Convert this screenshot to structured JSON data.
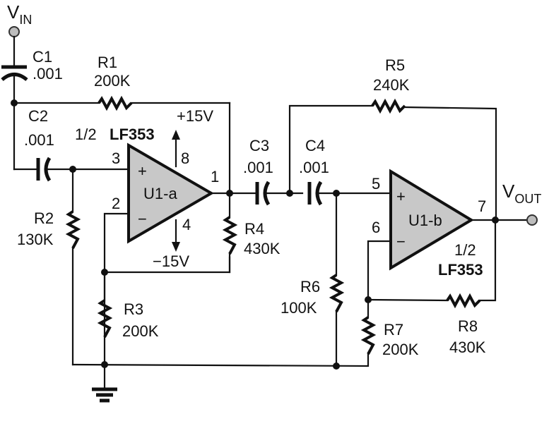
{
  "title": "Two-stage op-amp filter schematic (LF353)",
  "input": {
    "label": "V",
    "sub": "IN"
  },
  "output": {
    "label": "V",
    "sub": "OUT"
  },
  "components": {
    "C1": {
      "ref": "C1",
      "value": ".001"
    },
    "C2": {
      "ref": "C2",
      "value": ".001"
    },
    "C3": {
      "ref": "C3",
      "value": ".001"
    },
    "C4": {
      "ref": "C4",
      "value": ".001"
    },
    "R1": {
      "ref": "R1",
      "value": "200K"
    },
    "R2": {
      "ref": "R2",
      "value": "130K"
    },
    "R3": {
      "ref": "R3",
      "value": "200K"
    },
    "R4": {
      "ref": "R4",
      "value": "430K"
    },
    "R5": {
      "ref": "R5",
      "value": "240K"
    },
    "R6": {
      "ref": "R6",
      "value": "100K"
    },
    "R7": {
      "ref": "R7",
      "value": "200K"
    },
    "R8": {
      "ref": "R8",
      "value": "430K"
    }
  },
  "opamps": {
    "U1a": {
      "ref": "U1-a",
      "part_fraction": "1/2",
      "part": "LF353",
      "pins": {
        "plus": "3",
        "minus": "2",
        "out": "1",
        "vpos": "8",
        "vneg": "4"
      },
      "plus_sign": "+",
      "minus_sign": "−"
    },
    "U1b": {
      "ref": "U1-b",
      "part_fraction": "1/2",
      "part": "LF353",
      "pins": {
        "plus": "5",
        "minus": "6",
        "out": "7"
      },
      "plus_sign": "+",
      "minus_sign": "−"
    }
  },
  "supplies": {
    "positive": "+15V",
    "negative": "−15V"
  }
}
